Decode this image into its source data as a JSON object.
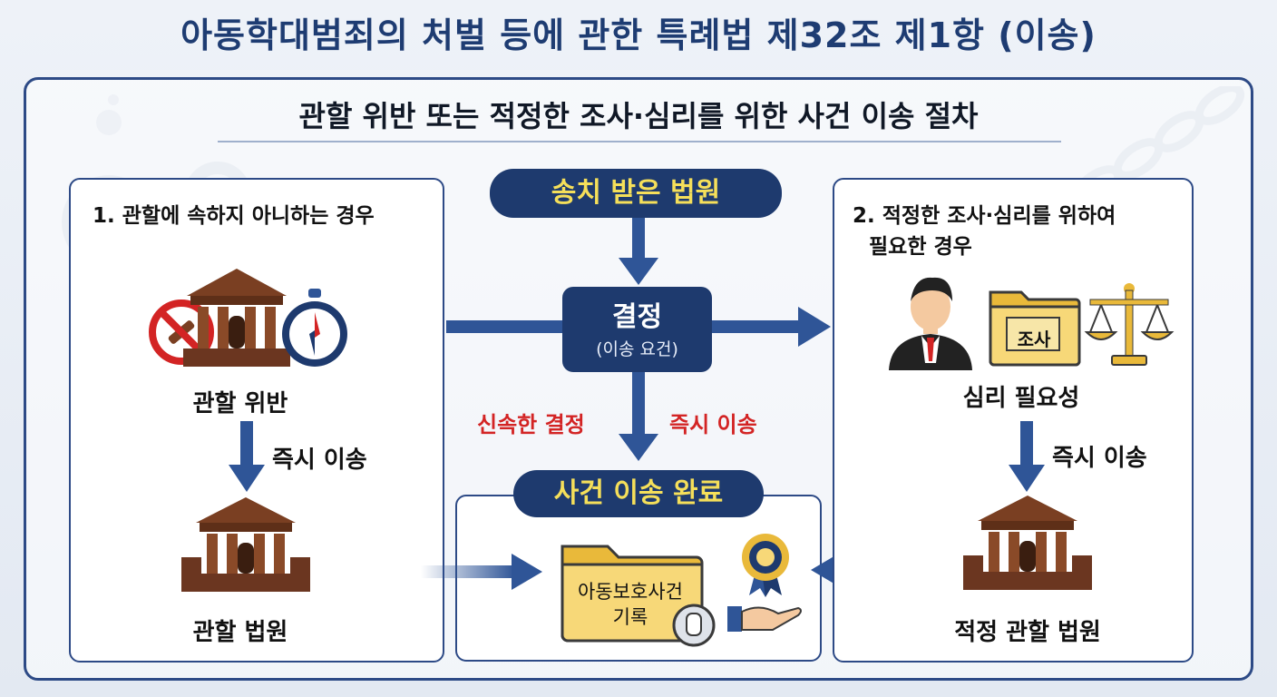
{
  "title": "아동학대범죄의 처벌 등에 관한 특례법 제32조 제1항 (이송)",
  "subtitle": "관할 위반 또는 적정한 조사·심리를 위한 사건 이송 절차",
  "center": {
    "start": "송치 받은 법원",
    "decision_main": "결정",
    "decision_sub": "(이송 요건)",
    "left_red": "신속한 결정",
    "right_red": "즉시 이송",
    "end": "사건 이송 완료",
    "folder_line1": "아동보호사건",
    "folder_line2": "기록"
  },
  "left_panel": {
    "title": "1. 관할에 속하지 아니하는 경우",
    "violation_label": "관할 위반",
    "arrow_label": "즉시 이송",
    "court_label": "관할 법원"
  },
  "right_panel": {
    "title_line1": "2. 적정한 조사·심리를 위하여",
    "title_line2": "필요한 경우",
    "folder_tag": "조사",
    "need_label": "심리 필요성",
    "arrow_label": "즉시 이송",
    "court_label": "적정 관할 법원"
  },
  "colors": {
    "navy": "#1e3a6e",
    "title_blue": "#1e3c72",
    "pill_text": "#f5df5a",
    "red": "#d32424",
    "arrow_blue": "#2f5597",
    "court_brown": "#7a3f22"
  },
  "icons": [
    "gear-icon",
    "chain-icon",
    "no-sign-icon",
    "court-building-icon",
    "compass-icon",
    "judge-icon",
    "folder-icon",
    "scales-icon",
    "award-badge-icon",
    "hand-icon",
    "stop-hand-icon"
  ]
}
